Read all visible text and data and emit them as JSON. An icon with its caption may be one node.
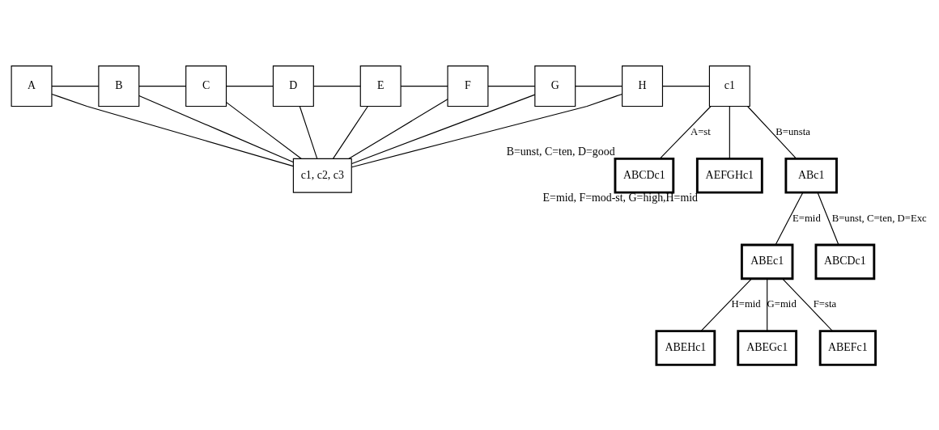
{
  "diagram": {
    "nodes": [
      {
        "text": [
          "A"
        ]
      },
      {
        "text": [
          "B"
        ]
      },
      {
        "text": [
          "C"
        ]
      },
      {
        "text": [
          "D"
        ]
      },
      {
        "text": [
          "E"
        ]
      },
      {
        "text": [
          "F"
        ]
      },
      {
        "text": [
          "G"
        ]
      },
      {
        "text": [
          "H"
        ]
      },
      {
        "text": [
          "c1"
        ]
      },
      {
        "text": [
          "c1, c2, c3"
        ]
      },
      {
        "text": [
          "ABCDc1"
        ],
        "beside": [
          "B=unst, C=ten, D=good"
        ]
      },
      {
        "text": [
          "AEFGHc1"
        ],
        "beside": [
          "E=mid, F=mod-st, G=high,H=mid"
        ]
      },
      {
        "text": [
          "ABc1"
        ]
      },
      {
        "text": [
          "ABEc1"
        ]
      },
      {
        "text": [
          "ABCDc1"
        ]
      },
      {
        "text": [
          "ABEHc1"
        ]
      },
      {
        "text": [
          "ABEGc1"
        ]
      },
      {
        "text": [
          "ABEFc1"
        ]
      }
    ],
    "edges": [
      {
        "from": 0,
        "to": 1,
        "arrow": "none"
      },
      {
        "from": 1,
        "to": 2,
        "arrow": "none"
      },
      {
        "from": 2,
        "to": 3,
        "arrow": "none"
      },
      {
        "from": 3,
        "to": 4,
        "arrow": "none"
      },
      {
        "from": 4,
        "to": 5,
        "arrow": "none"
      },
      {
        "from": 5,
        "to": 6,
        "arrow": "none"
      },
      {
        "from": 6,
        "to": 7,
        "arrow": "none"
      },
      {
        "from": 7,
        "to": 8,
        "arrow": "none"
      },
      {
        "from": 0,
        "to": 9,
        "arrow": "none"
      },
      {
        "from": 1,
        "to": 9,
        "arrow": "none"
      },
      {
        "from": 2,
        "to": 9,
        "arrow": "none"
      },
      {
        "from": 3,
        "to": 9,
        "arrow": "none"
      },
      {
        "from": 4,
        "to": 9,
        "arrow": "none"
      },
      {
        "from": 5,
        "to": 9,
        "arrow": "none"
      },
      {
        "from": 6,
        "to": 9,
        "arrow": "none"
      },
      {
        "from": 7,
        "to": 9,
        "arrow": "none"
      },
      {
        "from": 8,
        "to": 10,
        "arrow": "none",
        "label": "A=st"
      },
      {
        "from": 8,
        "to": 11,
        "arrow": "none"
      },
      {
        "from": 8,
        "to": 12,
        "arrow": "none",
        "label": "B=unsta"
      },
      {
        "from": 12,
        "to": 14,
        "arrow": "none",
        "label": "B=unst, C=ten, D=Exc"
      },
      {
        "from": 12,
        "to": 13,
        "arrow": "none",
        "label": "E=mid"
      },
      {
        "from": 13,
        "to": 15,
        "arrow": "none",
        "label": "H=mid"
      },
      {
        "from": 13,
        "to": 16,
        "arrow": "none",
        "label": "G=mid"
      },
      {
        "from": 13,
        "to": 17,
        "arrow": "none",
        "label": "F=sta"
      }
    ]
  }
}
